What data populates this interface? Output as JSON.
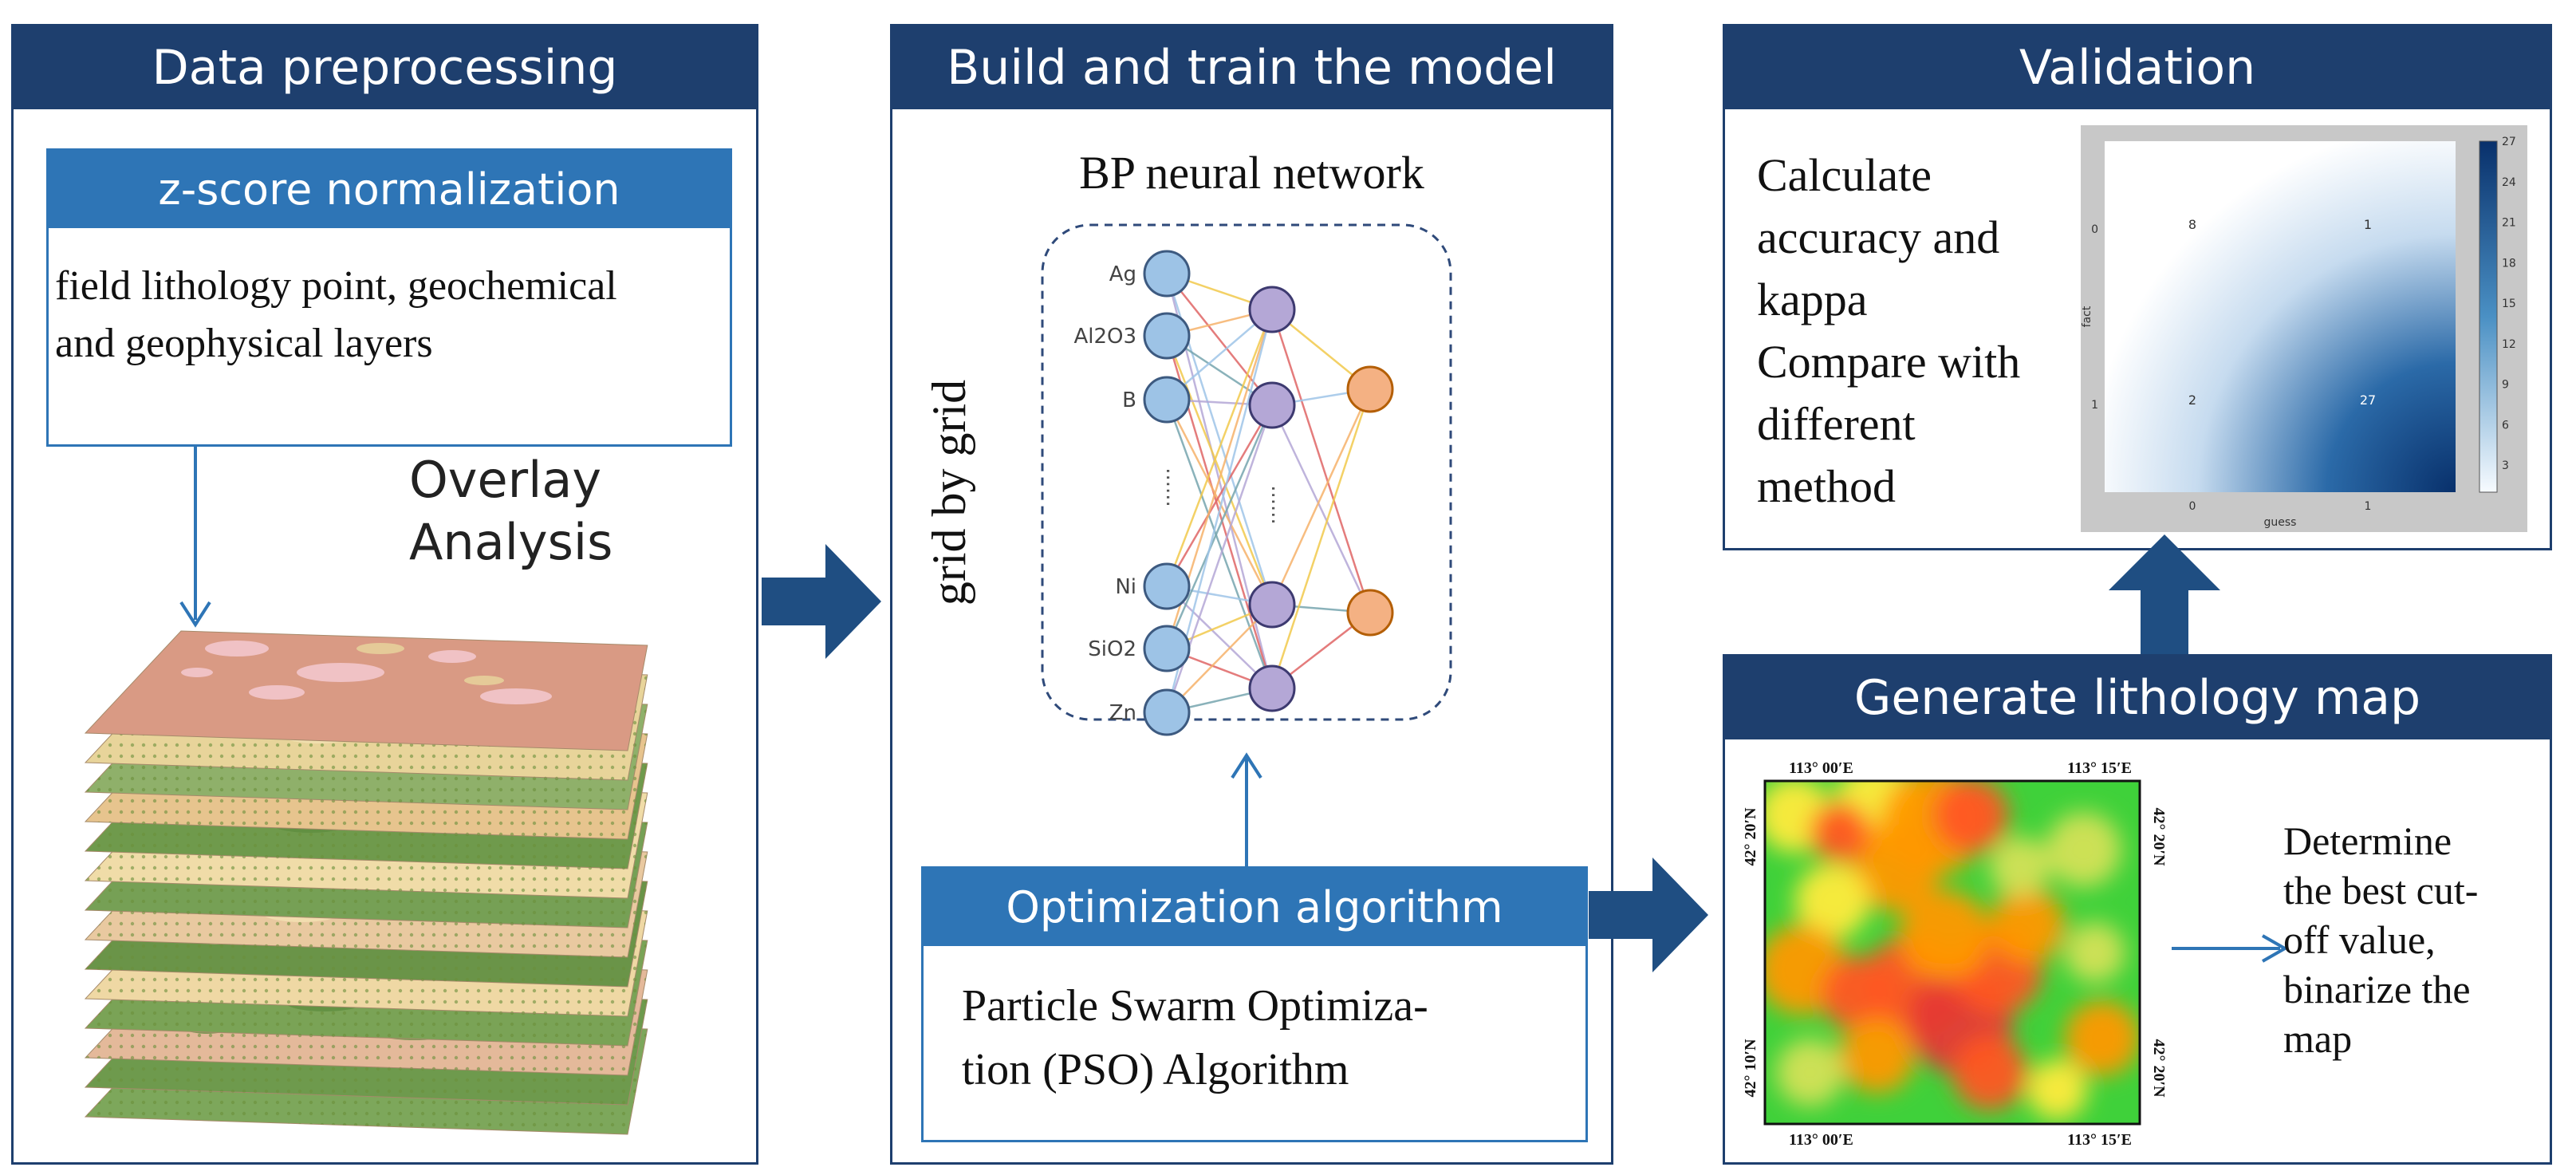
{
  "preprocessing": {
    "title": "Data preprocessing",
    "zscore_title": "z-score normalization",
    "zscore_text_line1": "field lithology point, geochemical",
    "zscore_text_line2": "and geophysical layers",
    "overlay_line1": "Overlay",
    "overlay_line2": "Analysis"
  },
  "model": {
    "title": "Build and train the model",
    "network_title": "BP neural network",
    "grid_label": "grid by grid",
    "input_nodes": [
      "Ag",
      "Al2O3",
      "B",
      "......",
      "Ni",
      "SiO2",
      "Zn"
    ],
    "hidden_ellipsis": "......",
    "optimization_title": "Optimization algorithm",
    "pso_line1": "Particle Swarm Optimiza-",
    "pso_line2": "tion (PSO) Algorithm"
  },
  "validation": {
    "title": "Validation",
    "text_lines": [
      "Calculate",
      "accuracy and",
      "kappa",
      "Compare with",
      "different",
      "method"
    ],
    "confusion_matrix": {
      "cells": [
        [
          "8",
          "1"
        ],
        [
          "2",
          "27"
        ]
      ],
      "row_ticks": [
        "0",
        "1"
      ],
      "col_ticks": [
        "0",
        "1"
      ],
      "ylabel": "fact",
      "xlabel": "guess",
      "colorbar_ticks": [
        "27",
        "24",
        "21",
        "18",
        "15",
        "12",
        "9",
        "6",
        "3"
      ]
    }
  },
  "lithology_map": {
    "title": "Generate lithology map",
    "top_left_lon": "113°   00′E",
    "top_right_lon": "113°   15′E",
    "bottom_left_lon": "113°   00′E",
    "bottom_right_lon": "113°   15′E",
    "left_top_lat": "42°   20′N",
    "left_bottom_lat": "42°   10′N",
    "right_top_lat": "42°   20′N",
    "right_bottom_lat": "42°   20′N",
    "text_lines": [
      "Determine",
      "the best cut-",
      "off value,",
      "binarize the",
      "map"
    ]
  },
  "colors": {
    "panel_header": "#1e3f6e",
    "sub_header": "#2e75b6",
    "arrow": "#1f4e82",
    "input_node": "#9dc3e6",
    "hidden_node": "#b4a7d6",
    "output_node": "#f4b183"
  }
}
